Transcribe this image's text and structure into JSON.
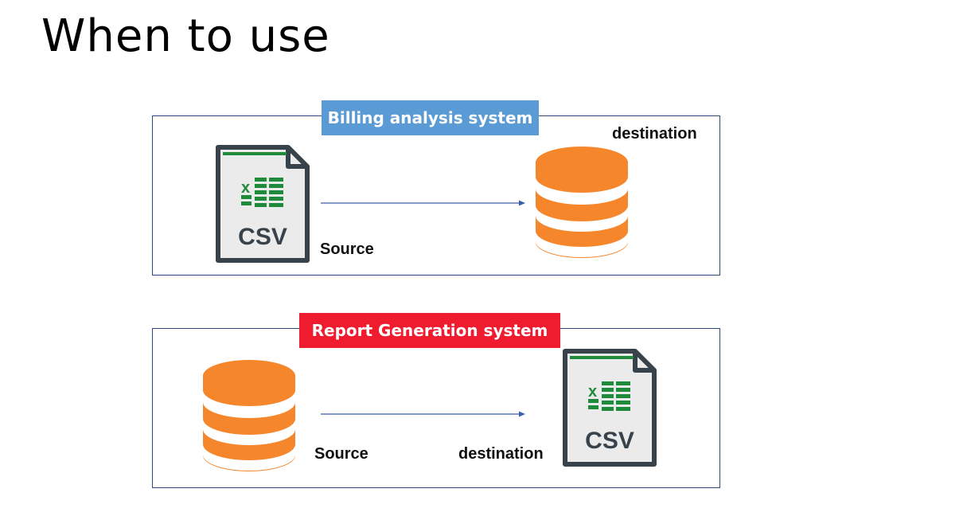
{
  "title": "When to use",
  "panels": [
    {
      "header": "Billing analysis system",
      "header_color": "#5b9bd5",
      "source_label": "Source",
      "destination_label": "destination",
      "source_icon": "csv-file-icon",
      "destination_icon": "database-icon",
      "csv_text": "CSV"
    },
    {
      "header": "Report Generation system",
      "header_color": "#ee1c2e",
      "source_label": "Source",
      "destination_label": "destination",
      "source_icon": "database-icon",
      "destination_icon": "csv-file-icon",
      "csv_text": "CSV"
    }
  ],
  "colors": {
    "database": "#f5862b",
    "csv_frame": "#37424a",
    "excel_green": "#1e8a3a",
    "arrow": "#3b5ea8",
    "panel_border": "#2f4a7a"
  }
}
